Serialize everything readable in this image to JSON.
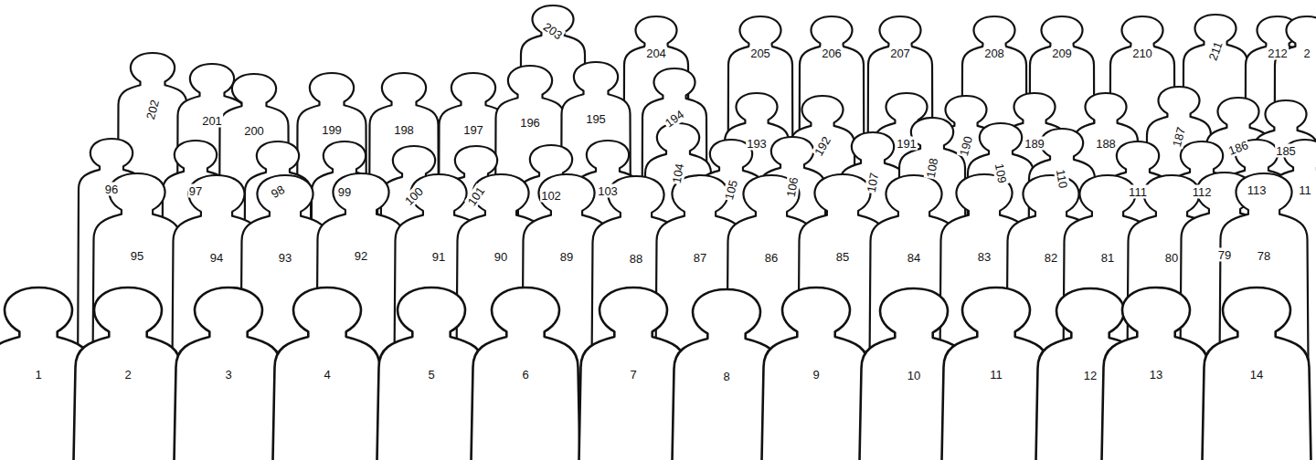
{
  "diagram": {
    "labels": [
      "203",
      "204",
      "205",
      "206",
      "207",
      "208",
      "209",
      "210",
      "211",
      "212",
      "2",
      "202",
      "201",
      "200",
      "199",
      "198",
      "197",
      "196",
      "195",
      "194",
      "193",
      "192",
      "191",
      "190",
      "189",
      "188",
      "187",
      "186",
      "185",
      "96",
      "97",
      "98",
      "99",
      "100",
      "101",
      "102",
      "103",
      "104",
      "105",
      "106",
      "107",
      "108",
      "109",
      "110",
      "111",
      "112",
      "113",
      "11",
      "95",
      "94",
      "93",
      "92",
      "91",
      "90",
      "89",
      "88",
      "87",
      "86",
      "85",
      "84",
      "83",
      "82",
      "81",
      "80",
      "79",
      "78",
      "1",
      "2",
      "3",
      "4",
      "5",
      "6",
      "7",
      "8",
      "9",
      "10",
      "11",
      "12",
      "13",
      "14"
    ]
  }
}
